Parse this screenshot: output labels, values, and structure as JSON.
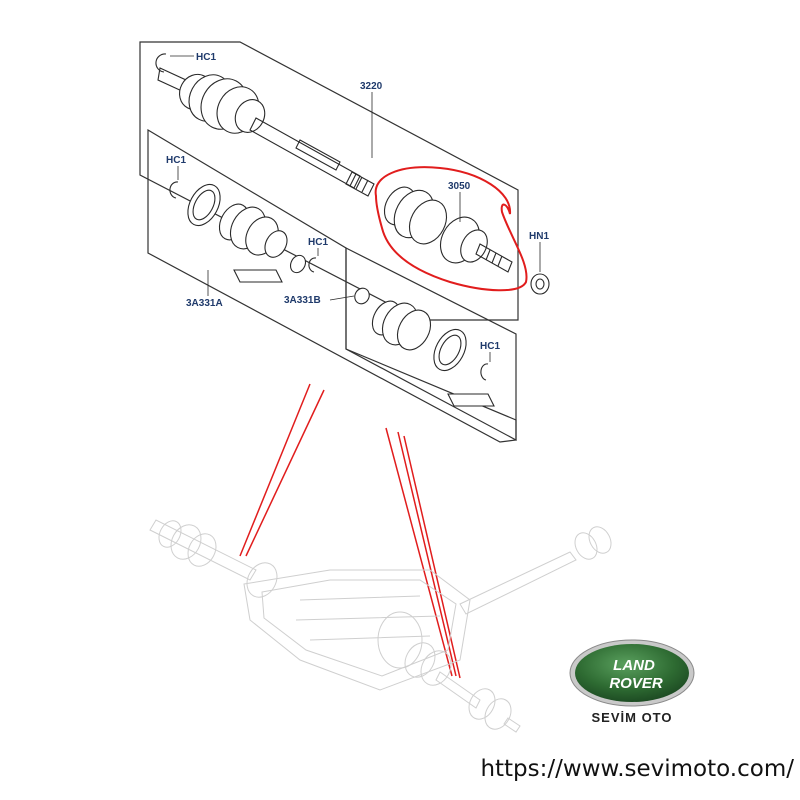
{
  "diagram": {
    "callouts": {
      "hc1_top": "HC1",
      "n3220": "3220",
      "hc1_left": "HC1",
      "n3050": "3050",
      "hn1": "HN1",
      "hc1_mid": "HC1",
      "n3a331a": "3A331A",
      "n3a331b": "3A331B",
      "hc1_right": "HC1"
    },
    "colors": {
      "highlight": "#e11d1d",
      "logo_green": "#2e6b32",
      "callout_text": "#1f3a6b"
    }
  },
  "logo": {
    "line1": "LAND",
    "line2": "ROVER",
    "brand": "SEVİM OTO"
  },
  "footer": {
    "url": "https://www.sevimoto.com/"
  }
}
